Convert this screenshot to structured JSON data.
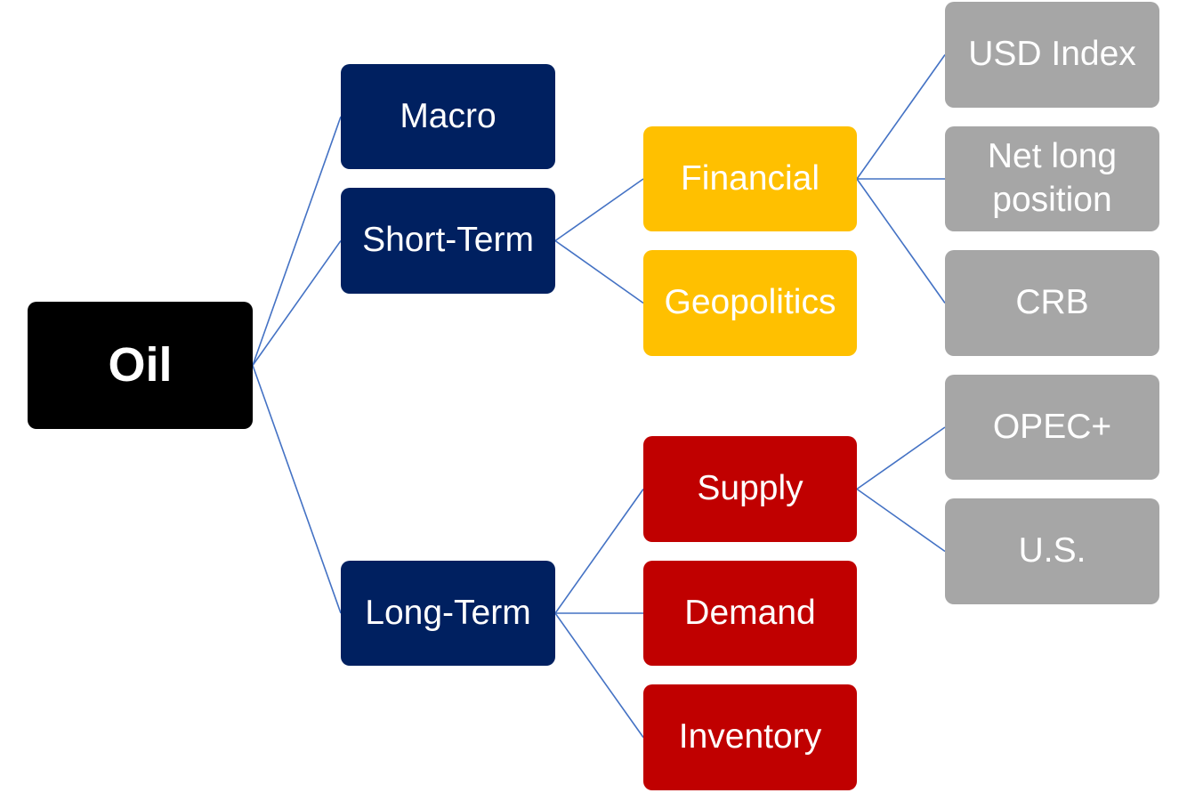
{
  "colors": {
    "root": "#000000",
    "level1": "#002060",
    "short_term_branch": "#ffc000",
    "long_term_branch": "#c00000",
    "leaf": "#a6a6a6",
    "connector": "#4472c4"
  },
  "nodes": {
    "oil": {
      "label": "Oil"
    },
    "macro": {
      "label": "Macro"
    },
    "short_term": {
      "label": "Short-Term"
    },
    "long_term": {
      "label": "Long-Term"
    },
    "financial": {
      "label": "Financial"
    },
    "geopolitics": {
      "label": "Geopolitics"
    },
    "supply": {
      "label": "Supply"
    },
    "demand": {
      "label": "Demand"
    },
    "inventory": {
      "label": "Inventory"
    },
    "usd_index": {
      "label": "USD Index"
    },
    "net_long_position": {
      "label": "Net long\nposition"
    },
    "crb": {
      "label": "CRB"
    },
    "opec_plus": {
      "label": "OPEC+"
    },
    "us": {
      "label": "U.S."
    }
  },
  "edges": [
    [
      "oil",
      "macro"
    ],
    [
      "oil",
      "short_term"
    ],
    [
      "oil",
      "long_term"
    ],
    [
      "short_term",
      "financial"
    ],
    [
      "short_term",
      "geopolitics"
    ],
    [
      "long_term",
      "supply"
    ],
    [
      "long_term",
      "demand"
    ],
    [
      "long_term",
      "inventory"
    ],
    [
      "financial",
      "usd_index"
    ],
    [
      "financial",
      "net_long_position"
    ],
    [
      "financial",
      "crb"
    ],
    [
      "supply",
      "opec_plus"
    ],
    [
      "supply",
      "us"
    ]
  ]
}
